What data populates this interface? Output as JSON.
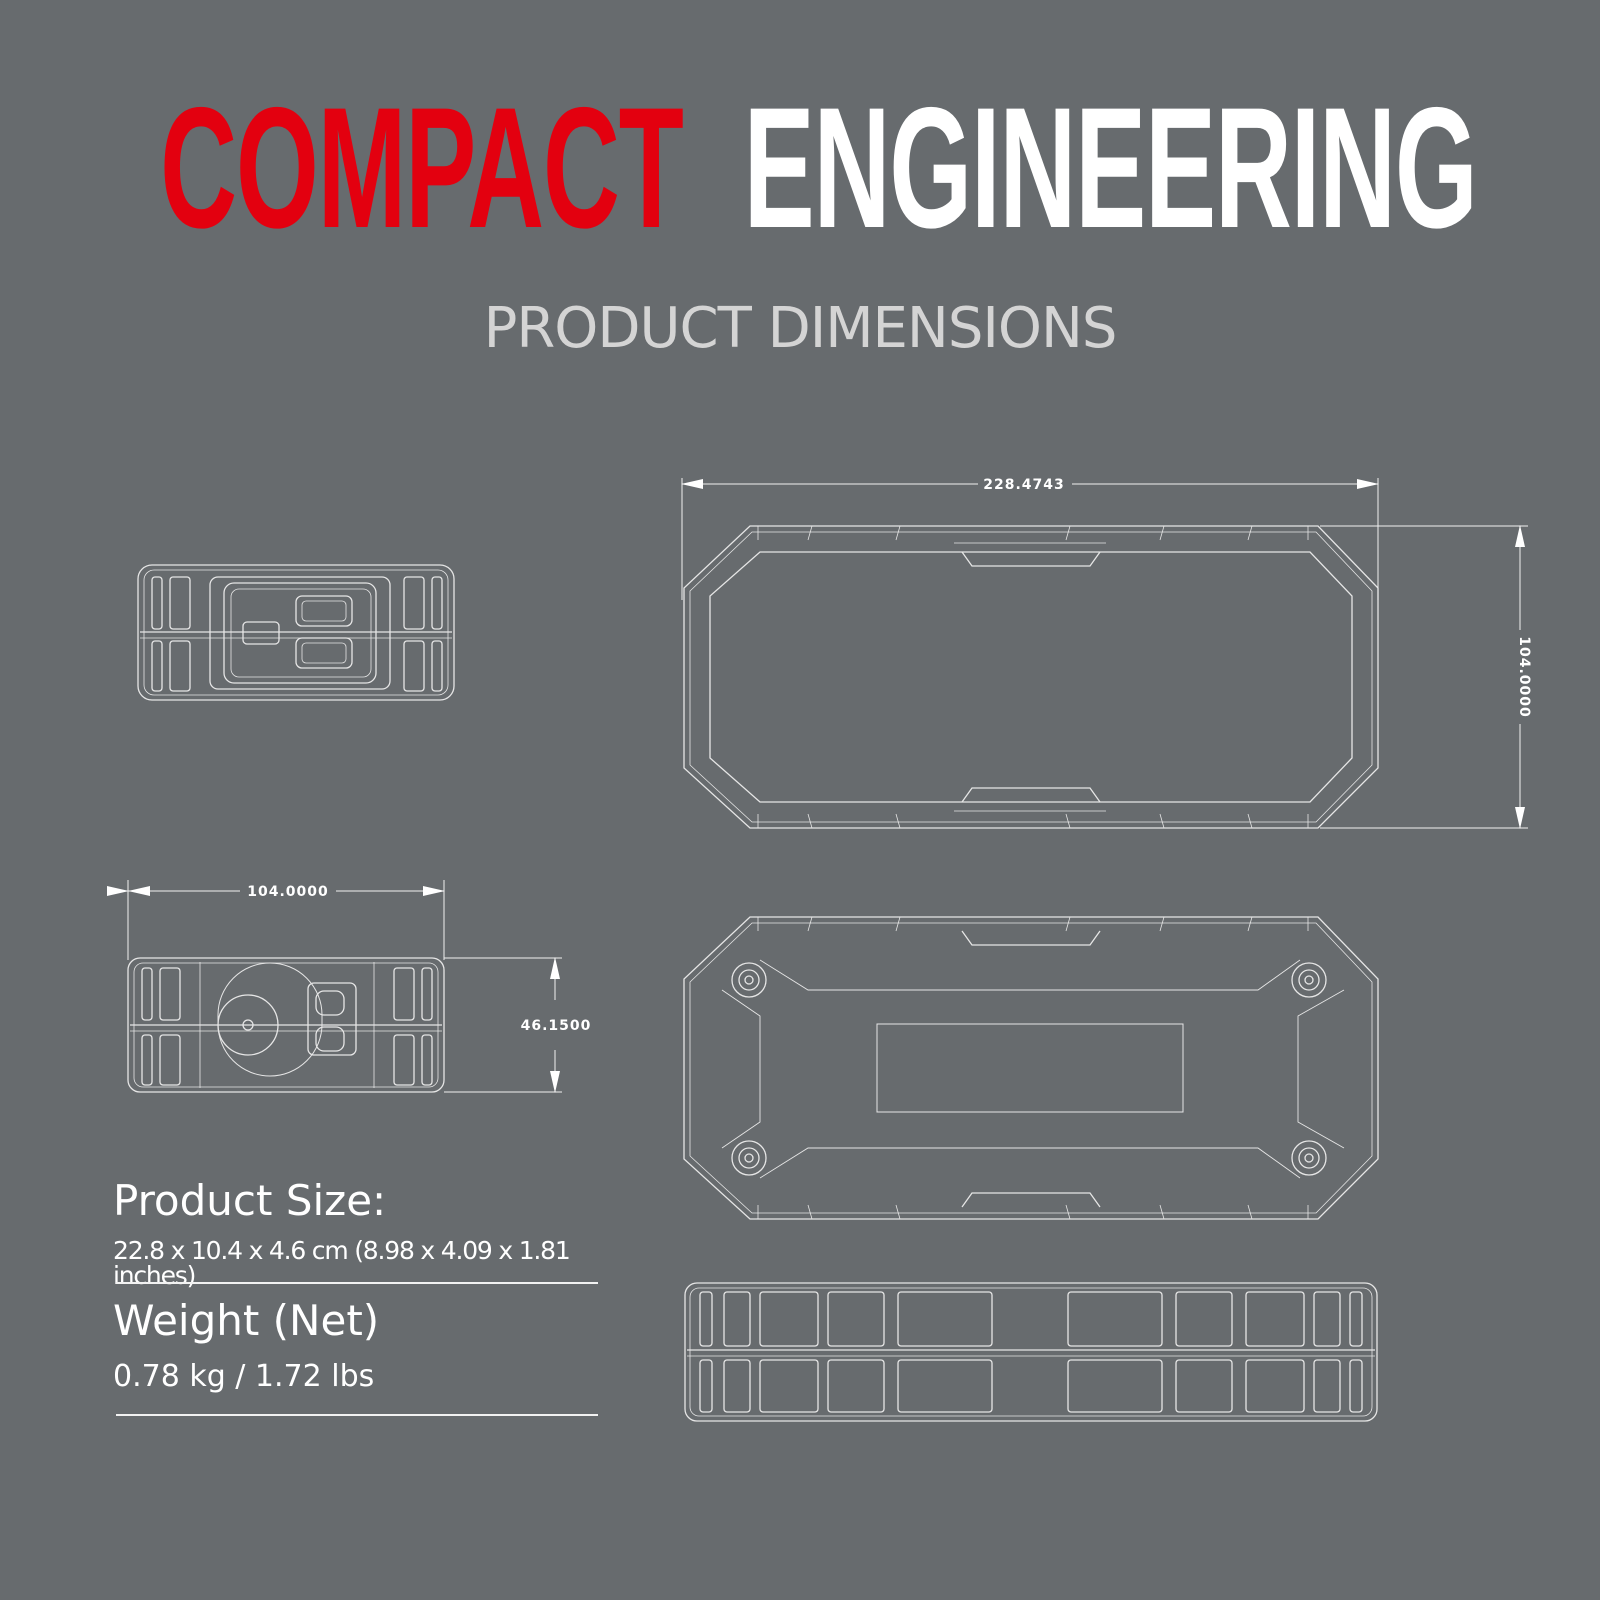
{
  "headline": {
    "word1": "COMPACT",
    "word2": "ENGINEERING"
  },
  "subtitle": "PRODUCT DIMENSIONS",
  "colors": {
    "background": "#676b6e",
    "accent_red": "#e3000f",
    "headline_white": "#ffffff",
    "subtitle": "#d4d4d4",
    "line_art": "#dcdcdc"
  },
  "dimensions": {
    "top_view_length": "228.4743",
    "top_view_width": "104.0000",
    "end_view_width": "104.0000",
    "end_view_height": "46.1500"
  },
  "specs": {
    "size_label": "Product Size:",
    "size_value": "22.8 x 10.4 x 4.6 cm (8.98 x 4.09 x 1.81 inches)",
    "weight_label": "Weight (Net)",
    "weight_value": "0.78 kg / 1.72 lbs"
  }
}
